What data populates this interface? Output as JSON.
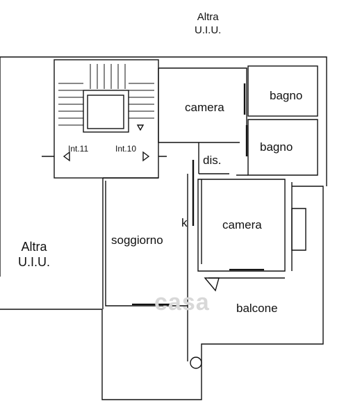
{
  "labels": {
    "altra_top_1": "Altra",
    "altra_top_2": "U.I.U.",
    "altra_left_1": "Altra",
    "altra_left_2": "U.I.U.",
    "camera_1": "camera",
    "bagno_1": "bagno",
    "bagno_2": "bagno",
    "dis": "dis.",
    "camera_2": "camera",
    "k": "k",
    "soggiorno": "soggiorno",
    "balcone": "balcone",
    "int_11": "Int.11",
    "int_10": "Int.10"
  },
  "colors": {
    "line": "#111111",
    "background": "#ffffff"
  }
}
